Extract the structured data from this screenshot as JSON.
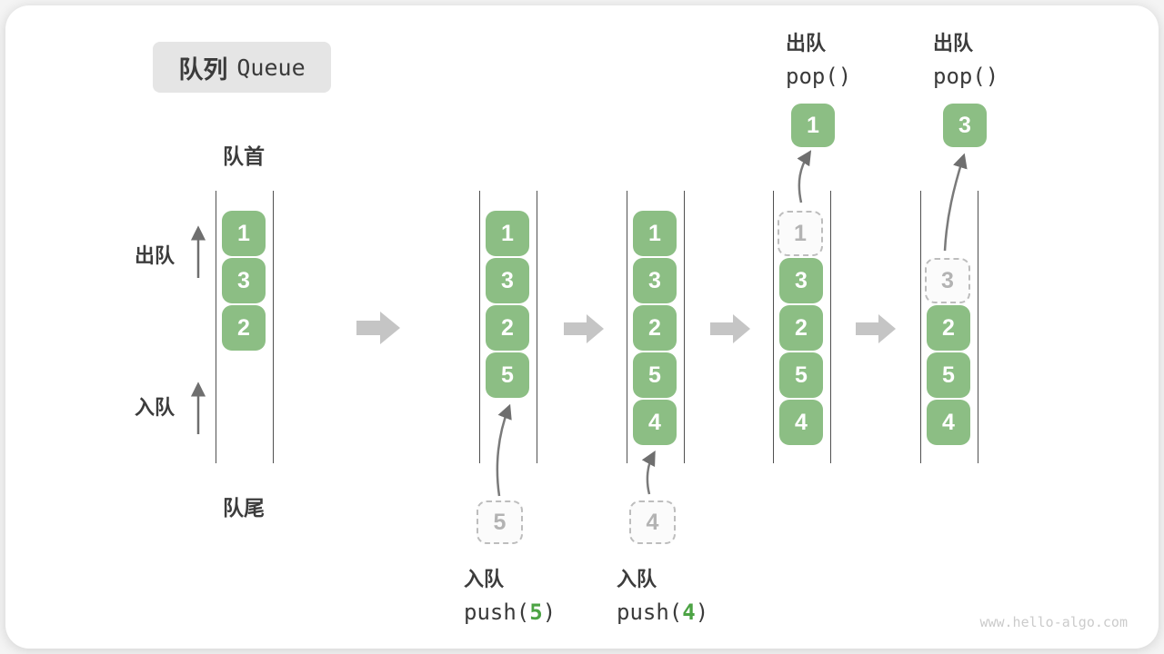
{
  "title": {
    "zh": "队列",
    "en": "Queue"
  },
  "labels": {
    "front": "队首",
    "rear": "队尾",
    "dequeue_side": "出队",
    "enqueue_side": "入队"
  },
  "states": [
    {
      "items": [
        "1",
        "3",
        "2"
      ]
    },
    {
      "items": [
        "1",
        "3",
        "2",
        "5"
      ],
      "incoming": "5"
    },
    {
      "items": [
        "1",
        "3",
        "2",
        "5",
        "4"
      ],
      "incoming": "4"
    },
    {
      "items": [
        "3",
        "2",
        "5",
        "4"
      ],
      "ghost": "1",
      "popped": "1"
    },
    {
      "items": [
        "2",
        "5",
        "4"
      ],
      "ghost": "3",
      "popped": "3"
    }
  ],
  "ops": [
    {
      "label": "入队",
      "fn": "push(",
      "arg": "5",
      "close": ")"
    },
    {
      "label": "入队",
      "fn": "push(",
      "arg": "4",
      "close": ")"
    },
    {
      "label": "出队",
      "fn": "pop()"
    },
    {
      "label": "出队",
      "fn": "pop()"
    }
  ],
  "colors": {
    "item_green": "#8CBE84",
    "code_arg_green": "#4CA344",
    "ghost_gray": "#bdbdbd",
    "flow_arrow_gray": "#c5c5c5",
    "curve_arrow_gray": "#7a7a7a",
    "title_bg": "#e5e5e5",
    "text_dark": "#3c3c3c"
  },
  "watermark": "www.hello-algo.com"
}
